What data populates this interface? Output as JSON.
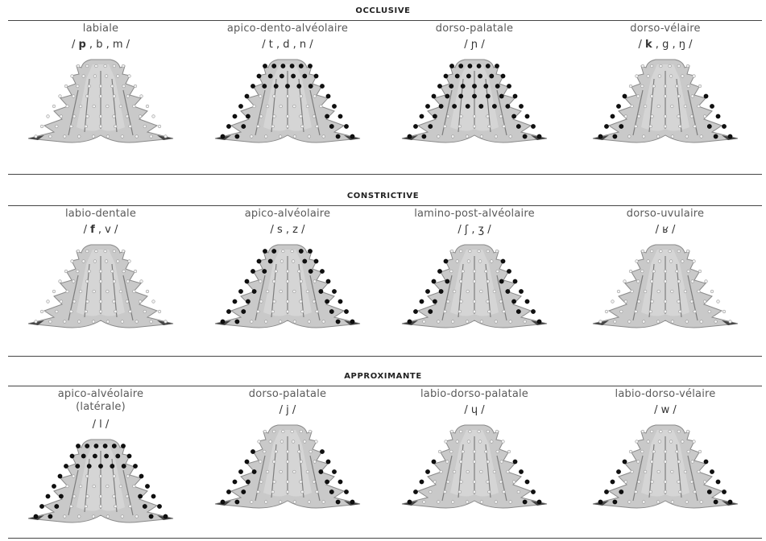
{
  "sections": [
    {
      "title": "OCCLUSIVE",
      "cells": [
        {
          "label1": "labiale",
          "label2": "",
          "ipa_parts": [
            [
              "/ ",
              false
            ],
            [
              "p",
              true
            ],
            [
              " , b , m /",
              false
            ]
          ],
          "pattern": "none"
        },
        {
          "label1": "apico-dento-alvéolaire",
          "label2": "",
          "ipa_parts": [
            [
              "/ t , d , n /",
              false
            ]
          ],
          "pattern": "front"
        },
        {
          "label1": "dorso-palatale",
          "label2": "",
          "ipa_parts": [
            [
              "/ ɲ /",
              false
            ]
          ],
          "pattern": "palatal"
        },
        {
          "label1": "dorso-vélaire",
          "label2": "",
          "ipa_parts": [
            [
              "/ ",
              false
            ],
            [
              "k",
              true
            ],
            [
              " , g , ŋ /",
              false
            ]
          ],
          "pattern": "sides-back"
        }
      ]
    },
    {
      "title": "CONSTRICTIVE",
      "cells": [
        {
          "label1": "labio-dentale",
          "label2": "",
          "ipa_parts": [
            [
              "/ ",
              false
            ],
            [
              "f",
              true
            ],
            [
              " , v /",
              false
            ]
          ],
          "pattern": "none"
        },
        {
          "label1": "apico-alvéolaire",
          "label2": "",
          "ipa_parts": [
            [
              "/ s , z /",
              false
            ]
          ],
          "pattern": "front-groove"
        },
        {
          "label1": "lamino-post-alvéolaire",
          "label2": "",
          "ipa_parts": [
            [
              "/ ʃ , ʒ /",
              false
            ]
          ],
          "pattern": "sides-mid"
        },
        {
          "label1": "dorso-uvulaire",
          "label2": "",
          "ipa_parts": [
            [
              "/ ʁ /",
              false
            ]
          ],
          "pattern": "none"
        }
      ]
    },
    {
      "title": "APPROXIMANTE",
      "cells": [
        {
          "label1": "apico-alvéolaire",
          "label2": "(latérale)",
          "ipa_parts": [
            [
              "/ l /",
              false
            ]
          ],
          "pattern": "front"
        },
        {
          "label1": "dorso-palatale",
          "label2": "",
          "ipa_parts": [
            [
              "/ j /",
              false
            ]
          ],
          "pattern": "sides"
        },
        {
          "label1": "labio-dorso-palatale",
          "label2": "",
          "ipa_parts": [
            [
              "/ ɥ /",
              false
            ]
          ],
          "pattern": "sides-light"
        },
        {
          "label1": "labio-dorso-vélaire",
          "label2": "",
          "ipa_parts": [
            [
              "/ w /",
              false
            ]
          ],
          "pattern": "sides-back"
        }
      ]
    }
  ]
}
